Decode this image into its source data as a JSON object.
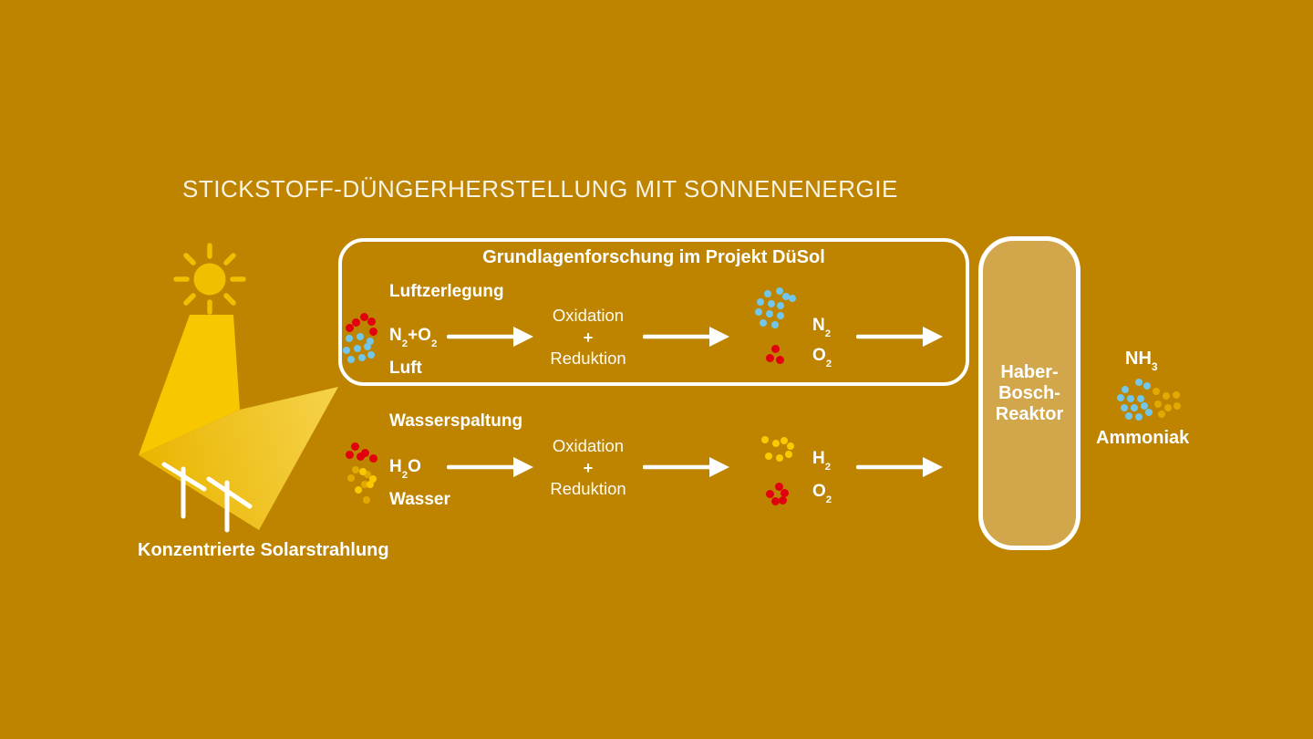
{
  "title": "STICKSTOFF-DÜNGERHERSTELLUNG MIT SONNENENERGIE",
  "colors": {
    "background": "#BE8400",
    "panel_fill": "#D2A74B",
    "beam_bright": "#F7C700",
    "beam_dark": "#E9B500",
    "beam_light": "#F6D24A",
    "sun_yellow": "#F0BF00",
    "dot_blue": "#72C6E9",
    "dot_red": "#E2000F",
    "dot_yellow": "#FBC900",
    "dot_gold": "#E3A900",
    "text_white": "#FFFFFF"
  },
  "solar": {
    "label": "Konzentrierte Solarstrahlung"
  },
  "dusol": {
    "title": "Grundlagenforschung im Projekt DüSol"
  },
  "rows": [
    {
      "heading": "Luftzerlegung",
      "input": {
        "formula": "N_2+O_2",
        "name": "Luft"
      },
      "process": {
        "line1": "Oxidation",
        "line2": "+",
        "line3": "Reduktion"
      },
      "outputs": [
        {
          "formula": "N_2"
        },
        {
          "formula": "O_2"
        }
      ]
    },
    {
      "heading": "Wasserspaltung",
      "input": {
        "formula": "H_2O",
        "name": "Wasser"
      },
      "process": {
        "line1": "Oxidation",
        "line2": "+",
        "line3": "Reduktion"
      },
      "outputs": [
        {
          "formula": "H_2"
        },
        {
          "formula": "O_2"
        }
      ]
    }
  ],
  "reactor": {
    "label": "Haber-\nBosch-\nReaktor"
  },
  "product": {
    "formula": "NH_3",
    "name": "Ammoniak"
  },
  "clusters": {
    "luft_input": {
      "groups": [
        {
          "color": "dot_red",
          "size": 9,
          "dots": [
            [
              14,
              9
            ],
            [
              23,
              3
            ],
            [
              31,
              8
            ],
            [
              7,
              15
            ],
            [
              33,
              19
            ]
          ]
        },
        {
          "color": "dot_blue",
          "size": 8,
          "dots": [
            [
              7,
              27
            ],
            [
              19,
              25
            ],
            [
              30,
              30
            ],
            [
              4,
              40
            ],
            [
              16,
              38
            ],
            [
              27,
              36
            ],
            [
              9,
              50
            ],
            [
              21,
              48
            ],
            [
              31,
              45
            ]
          ]
        }
      ]
    },
    "n2_output": {
      "groups": [
        {
          "color": "dot_blue",
          "size": 8,
          "dots": [
            [
              20,
              6
            ],
            [
              33,
              3
            ],
            [
              40,
              9
            ],
            [
              12,
              15
            ],
            [
              24,
              17
            ],
            [
              34,
              19
            ],
            [
              47,
              11
            ],
            [
              10,
              26
            ],
            [
              22,
              28
            ],
            [
              34,
              30
            ],
            [
              15,
              38
            ],
            [
              28,
              40
            ]
          ]
        }
      ]
    },
    "o2_air": {
      "groups": [
        {
          "color": "dot_red",
          "size": 9,
          "dots": [
            [
              12,
              6
            ],
            [
              6,
              16
            ],
            [
              17,
              18
            ]
          ]
        }
      ]
    },
    "water_input": {
      "groups": [
        {
          "color": "dot_red",
          "size": 9,
          "dots": [
            [
              11,
              5
            ],
            [
              5,
              14
            ],
            [
              22,
              12
            ],
            [
              31,
              18
            ],
            [
              17,
              16
            ]
          ]
        },
        {
          "color": "dot_gold",
          "size": 8,
          "dots": [
            [
              12,
              31
            ],
            [
              25,
              36
            ],
            [
              7,
              40
            ],
            [
              22,
              47
            ],
            [
              24,
              64
            ]
          ]
        },
        {
          "color": "dot_yellow",
          "size": 8,
          "dots": [
            [
              20,
              33
            ],
            [
              31,
              41
            ],
            [
              28,
              47
            ],
            [
              15,
              53
            ]
          ]
        }
      ]
    },
    "h2_output": {
      "groups": [
        {
          "color": "dot_yellow",
          "size": 8,
          "dots": [
            [
              7,
              12
            ],
            [
              19,
              16
            ],
            [
              28,
              13
            ],
            [
              35,
              19
            ],
            [
              11,
              30
            ],
            [
              23,
              32
            ],
            [
              33,
              28
            ]
          ]
        }
      ]
    },
    "o2_water": {
      "groups": [
        {
          "color": "dot_red",
          "size": 9,
          "dots": [
            [
              18,
              5
            ],
            [
              8,
              13
            ],
            [
              24,
              12
            ],
            [
              14,
              21
            ],
            [
              22,
              20
            ]
          ]
        }
      ]
    },
    "ammonia": {
      "groups": [
        {
          "color": "dot_blue",
          "size": 8,
          "dots": [
            [
              12,
              15
            ],
            [
              27,
              7
            ],
            [
              36,
              11
            ],
            [
              7,
              24
            ],
            [
              18,
              25
            ],
            [
              29,
              25
            ],
            [
              11,
              35
            ],
            [
              22,
              35
            ],
            [
              33,
              33
            ],
            [
              16,
              44
            ],
            [
              27,
              45
            ],
            [
              38,
              40
            ]
          ]
        },
        {
          "color": "dot_gold",
          "size": 8,
          "dots": [
            [
              46,
              17
            ],
            [
              57,
              22
            ],
            [
              68,
              21
            ],
            [
              48,
              31
            ],
            [
              59,
              35
            ],
            [
              69,
              33
            ],
            [
              52,
              42
            ]
          ]
        }
      ]
    }
  }
}
